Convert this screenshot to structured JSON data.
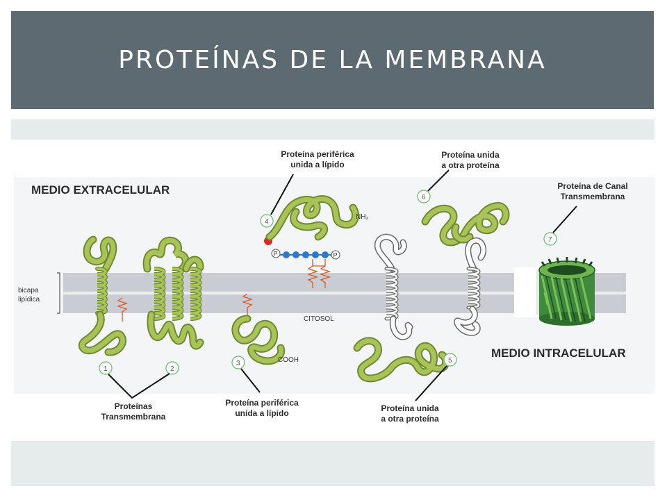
{
  "slide": {
    "title": "PROTEÍNAS DE LA MEMBRANA"
  },
  "colors": {
    "title_bar": "#5d6a72",
    "band": "#e6ebeb",
    "protein_green": "#a9c25a",
    "channel_green": "#3f8a3c",
    "bilayer": "#c9ccd2",
    "linker": "#d9572a",
    "lipid_blue": "#2f77c9",
    "lipid_red": "#d62b2b"
  },
  "diagram": {
    "medio_extracelular": "MEDIO EXTRACELULAR",
    "medio_intracelular": "MEDIO INTRACELULAR",
    "bicapa_line1": "bicapa",
    "bicapa_line2": "lipídica",
    "citosol": "CITOSOL",
    "nh2": "NH₂",
    "cooh": "COOH",
    "p": "P",
    "markers": [
      "1",
      "2",
      "3",
      "4",
      "5",
      "6",
      "7"
    ],
    "labels": {
      "transmembrana_line1": "Proteínas",
      "transmembrana_line2": "Transmembrana",
      "periferica_bottom_line1": "Proteína periférica",
      "periferica_bottom_line2": "unida a lípido",
      "periferica_top_line1": "Proteína periférica",
      "periferica_top_line2": "unida a lípido",
      "unida_top_line1": "Proteína unida",
      "unida_top_line2": "a otra proteína",
      "unida_bottom_line1": "Proteína unida",
      "unida_bottom_line2": "a otra proteína",
      "canal_line1": "Proteína de Canal",
      "canal_line2": "Transmembrana"
    }
  }
}
